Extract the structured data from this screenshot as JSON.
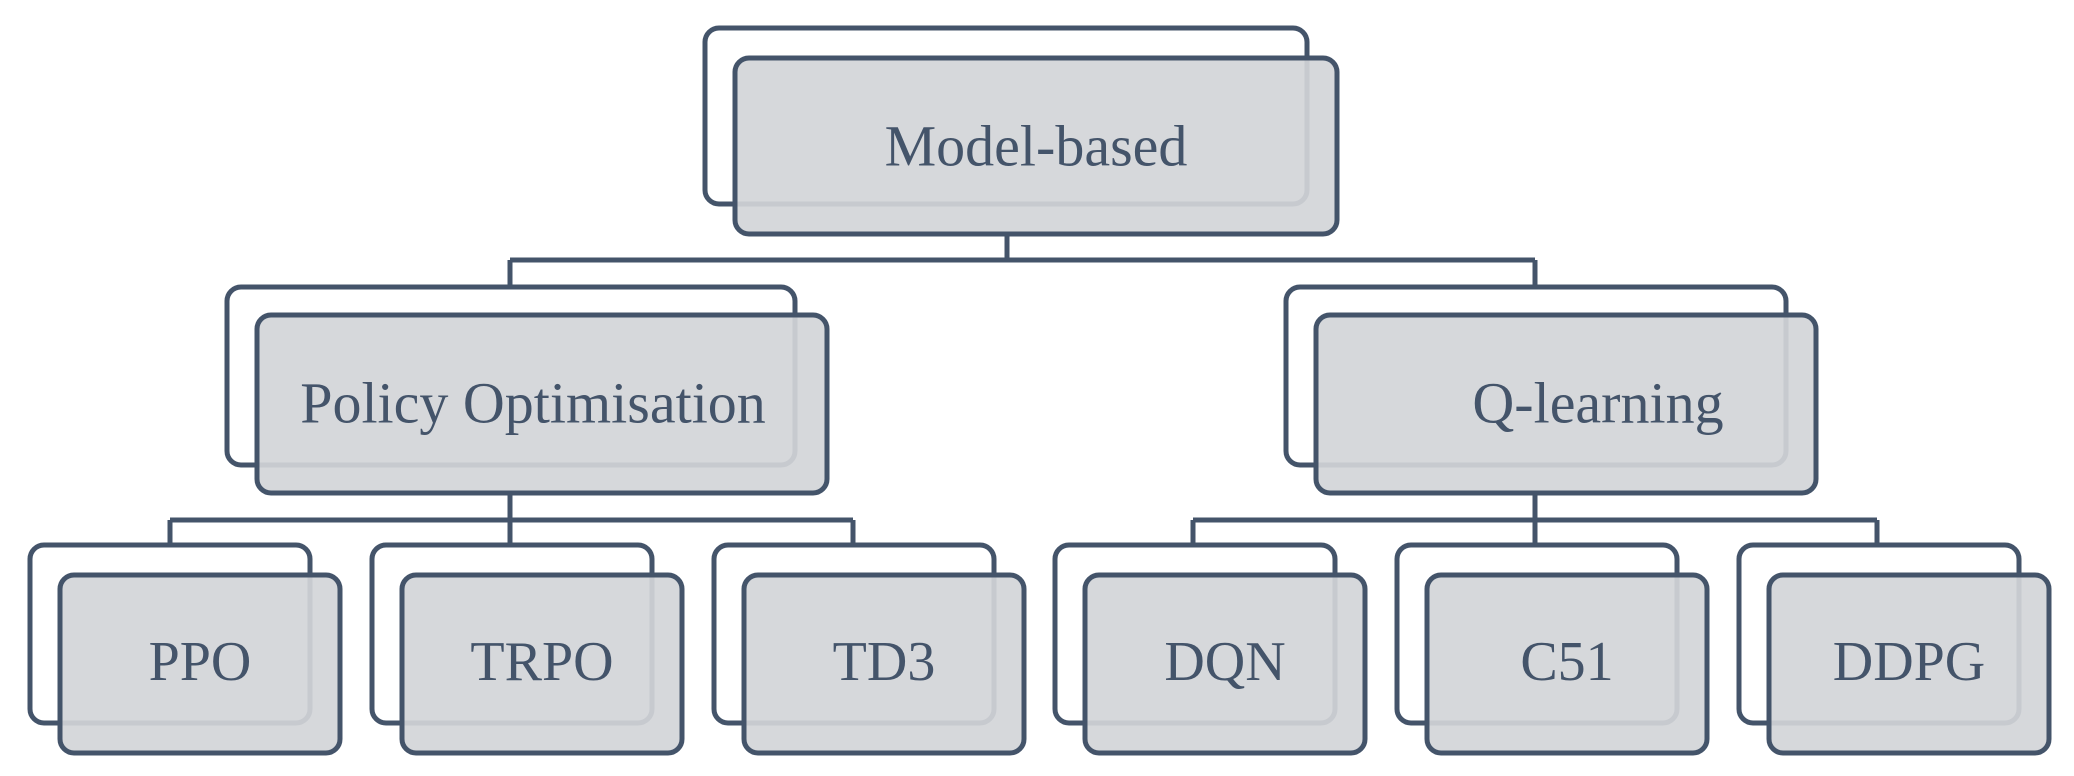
{
  "diagram": {
    "root": {
      "label": "Model-based",
      "children": [
        {
          "label": "Policy Optimisation",
          "children": [
            {
              "label": "PPO"
            },
            {
              "label": "TRPO"
            },
            {
              "label": "TD3"
            }
          ]
        },
        {
          "label": "Q-learning",
          "children": [
            {
              "label": "DQN"
            },
            {
              "label": "C51"
            },
            {
              "label": "DDPG"
            }
          ]
        }
      ]
    },
    "colors": {
      "outline": "#44546a",
      "fill": "#d3d5d8",
      "text": "#44546a",
      "background": "#ffffff"
    }
  }
}
